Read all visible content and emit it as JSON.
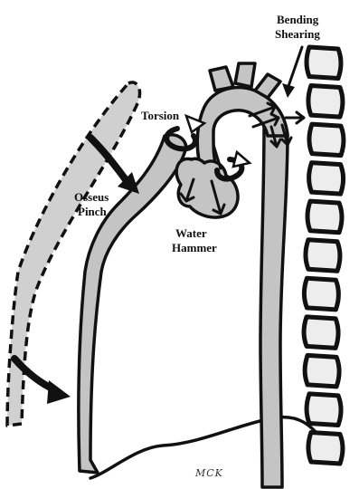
{
  "labels": {
    "bending": "Bending",
    "shearing": "Shearing",
    "torsion": "Torsion",
    "osseus": "Osseus",
    "pinch": "Pinch",
    "water": "Water",
    "hammer": "Hammer"
  },
  "signature": "MCK",
  "colors": {
    "vessel_fill": "#c4c4c4",
    "vertebra_fill": "#ededed",
    "ink": "#111111"
  },
  "vertebrae_count": 11
}
